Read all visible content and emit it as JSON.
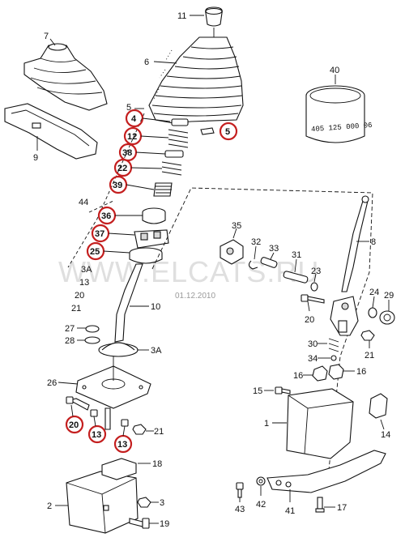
{
  "watermark": {
    "site": "WWW.ELCATS.RU",
    "date": "01.12.2010"
  },
  "part_stamp": "405 125 000 06",
  "labels": {
    "p11": "11",
    "p7": "7",
    "p6": "6",
    "p40": "40",
    "p9": "9",
    "p5a": "5",
    "p44": "44",
    "p3a_left": "3A",
    "p13_left": "13",
    "p20_left": "20",
    "p21_left": "21",
    "p10": "10",
    "p27": "27",
    "p28": "28",
    "p3a": "3A",
    "p26": "26",
    "p21": "21",
    "p18": "18",
    "p2": "2",
    "p3": "3",
    "p19": "19",
    "p35": "35",
    "p32": "32",
    "p33": "33",
    "p31": "31",
    "p23": "23",
    "p8": "8",
    "p24": "24",
    "p29": "29",
    "p20_right": "20",
    "p30": "30",
    "p34": "34",
    "p21_right": "21",
    "p16a": "16",
    "p16b": "16",
    "p15": "15",
    "p1": "1",
    "p14": "14",
    "p43": "43",
    "p42": "42",
    "p41": "41",
    "p17": "17"
  },
  "circled": {
    "c4": "4",
    "c12": "12",
    "c38": "38",
    "c22": "22",
    "c39": "39",
    "c5": "5",
    "c36": "36",
    "c37": "37",
    "c25": "25",
    "c20": "20",
    "c13a": "13",
    "c13b": "13"
  }
}
